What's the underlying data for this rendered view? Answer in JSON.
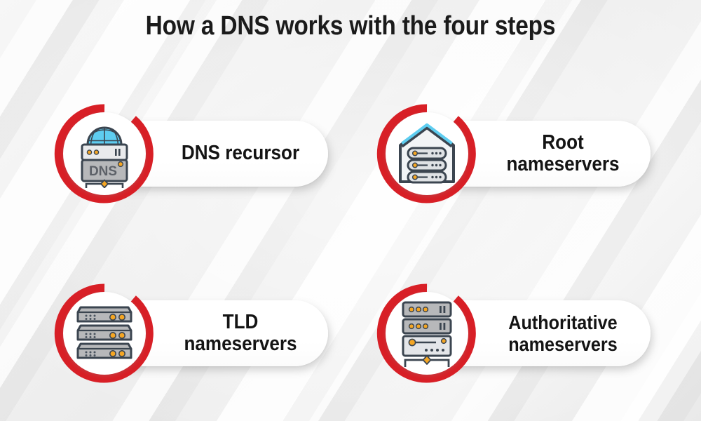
{
  "page": {
    "title": "How a DNS works with the four steps",
    "background_color": "#f1f1f1",
    "accent_color": "#d81f26",
    "card_color": "#ffffff",
    "text_color": "#141414",
    "icon_globe_color": "#5ecdf0",
    "icon_body_color": "#b7b8ba",
    "icon_accent_color": "#f5a623",
    "icon_outline_color": "#3b4550"
  },
  "cards": [
    {
      "id": "dns-recursor",
      "label": "DNS recursor",
      "icon": "dns-server-globe-icon",
      "icon_text": "DNS"
    },
    {
      "id": "root-nameservers",
      "label": "Root nameservers",
      "icon": "house-server-rack-icon",
      "icon_text": ""
    },
    {
      "id": "tld-nameservers",
      "label": "TLD nameservers",
      "icon": "server-stack-icon",
      "icon_text": ""
    },
    {
      "id": "authoritative-nameservers",
      "label": "Authoritative nameservers",
      "icon": "authoritative-server-stack-icon",
      "icon_text": ""
    }
  ]
}
